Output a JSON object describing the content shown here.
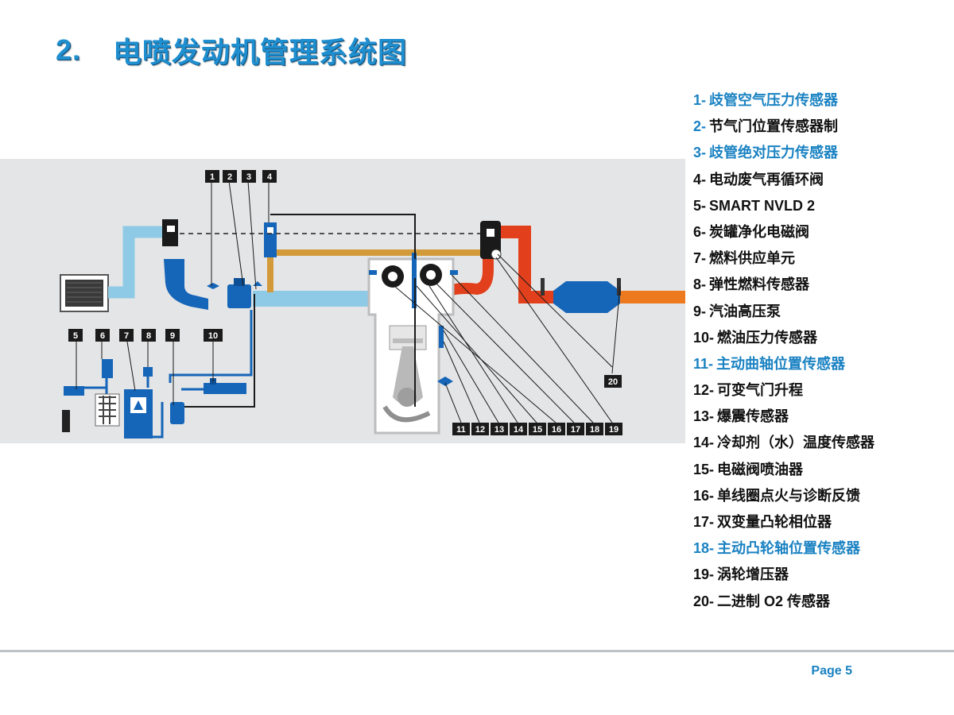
{
  "header": {
    "number": "2.",
    "title": "电喷发动机管理系统图"
  },
  "legend": [
    {
      "num": "1-",
      "text": "歧管空气压力传感器",
      "style": "hl"
    },
    {
      "num": "2-",
      "text": "节气门位置传感器制",
      "style": "blue-num"
    },
    {
      "num": "3-",
      "text": "歧管绝对压力传感器",
      "style": "hl"
    },
    {
      "num": "4-",
      "text": "电动废气再循环阀",
      "style": "plain"
    },
    {
      "num": "5-",
      "text": "SMART NVLD 2",
      "style": "plain"
    },
    {
      "num": "6-",
      "text": "炭罐净化电磁阀",
      "style": "plain"
    },
    {
      "num": "7-",
      "text": "燃料供应单元",
      "style": "plain"
    },
    {
      "num": "8-",
      "text": "弹性燃料传感器",
      "style": "plain"
    },
    {
      "num": "9-",
      "text": "汽油高压泵",
      "style": "plain"
    },
    {
      "num": "10-",
      "text": "燃油压力传感器",
      "style": "plain"
    },
    {
      "num": "11-",
      "text": "主动曲轴位置传感器",
      "style": "hl"
    },
    {
      "num": "12-",
      "text": "可变气门升程",
      "style": "plain"
    },
    {
      "num": "13-",
      "text": "爆震传感器",
      "style": "plain"
    },
    {
      "num": "14-",
      "text": "冷却剂（水）温度传感器",
      "style": "plain"
    },
    {
      "num": "15-",
      "text": "电磁阀喷油器",
      "style": "plain"
    },
    {
      "num": "16-",
      "text": "单线圈点火与诊断反馈",
      "style": "plain"
    },
    {
      "num": "17-",
      "text": "双变量凸轮相位器",
      "style": "plain"
    },
    {
      "num": "18-",
      "text": "主动凸轮轴位置传感器",
      "style": "hl"
    },
    {
      "num": "19-",
      "text": "涡轮增压器",
      "style": "plain"
    },
    {
      "num": "20-",
      "text": "二进制 O2 传感器",
      "style": "plain"
    }
  ],
  "diagram": {
    "tags_top": [
      "1",
      "2",
      "3",
      "4"
    ],
    "tags_left": [
      "5",
      "6",
      "7",
      "8",
      "9",
      "10"
    ],
    "tags_bottom": [
      "11",
      "12",
      "13",
      "14",
      "15",
      "16",
      "17",
      "18",
      "19"
    ],
    "tag_right": "20",
    "colors": {
      "intake": "#8ecae6",
      "egr": "#d39a3a",
      "exhaust": "#e2401c",
      "component": "#1565b8",
      "background": "#e4e5e6"
    }
  },
  "footer": {
    "page": "Page 5"
  }
}
